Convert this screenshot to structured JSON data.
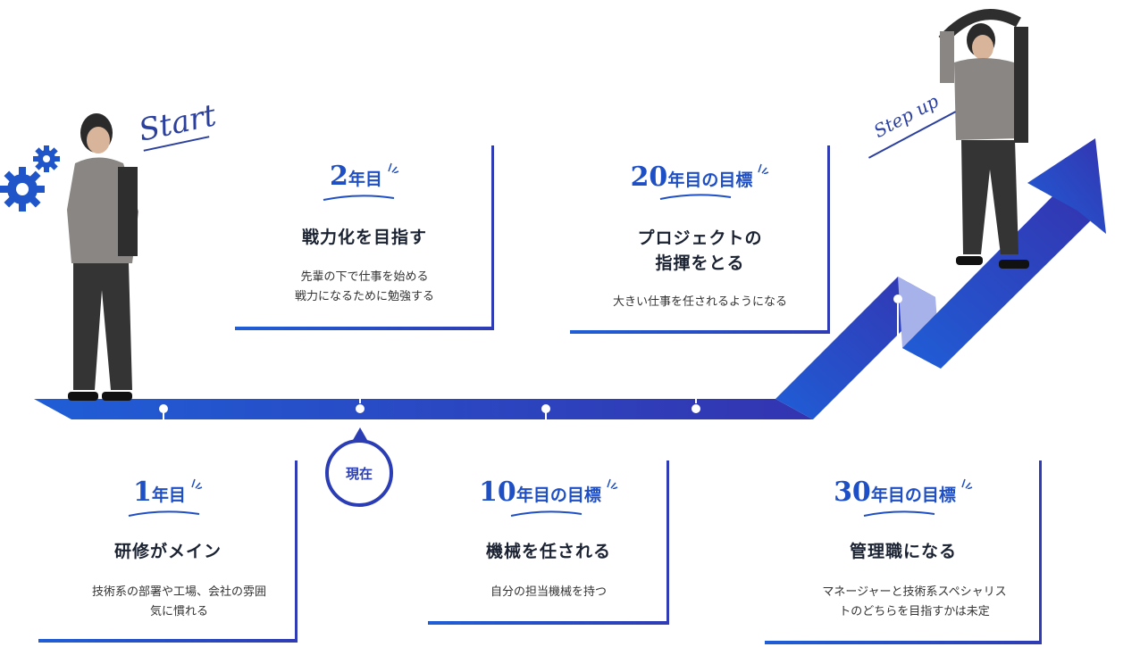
{
  "labels": {
    "start": "Start",
    "step_up": "Step up",
    "now": "現在"
  },
  "cards": {
    "year1": {
      "num": "1",
      "suffix": "年目",
      "title": "研修がメイン",
      "desc_line1": "技術系の部署や工場、会社の雰囲",
      "desc_line2": "気に慣れる"
    },
    "year2": {
      "num": "2",
      "suffix": "年目",
      "title": "戦力化を目指す",
      "desc_line1": "先輩の下で仕事を始める",
      "desc_line2": "戦力になるために勉強する"
    },
    "year10": {
      "num": "10",
      "suffix": "年目の目標",
      "title": "機械を任される",
      "desc_line1": "自分の担当機械を持つ"
    },
    "year20": {
      "num": "20",
      "suffix": "年目の目標",
      "title_line1": "プロジェクトの",
      "title_line2": "指揮をとる",
      "desc_line1": "大きい仕事を任されるようになる"
    },
    "year30": {
      "num": "30",
      "suffix": "年目の目標",
      "title": "管理職になる",
      "desc_line1": "マネージャーと技術系スペシャリス",
      "desc_line2": "トのどちらを目指すかは未定"
    }
  },
  "colors": {
    "road_start": "#1f5ed6",
    "road_end": "#3434b0",
    "accent_text": "#1f4fc4",
    "frame": "#2f3cb3"
  },
  "icons": [
    "gear-icon",
    "sparkle-icon",
    "arrow-up-icon"
  ]
}
